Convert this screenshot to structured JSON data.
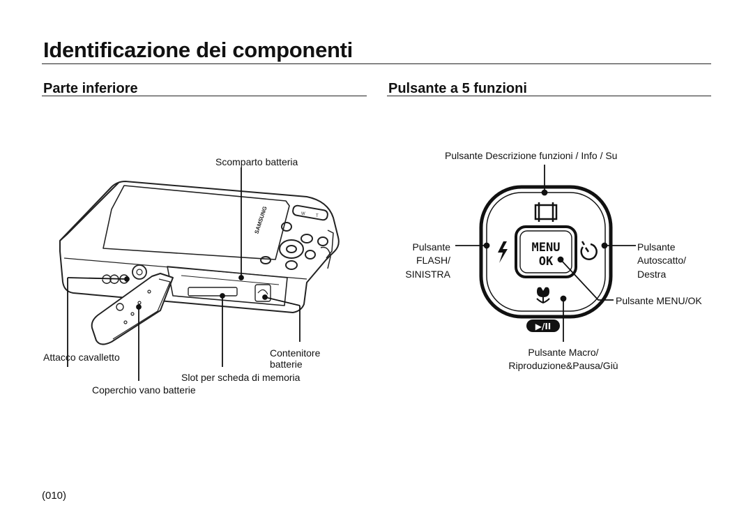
{
  "page": {
    "title": "Identificazione dei componenti",
    "page_number": "(010)"
  },
  "left_section": {
    "title": "Parte inferiore",
    "labels": {
      "battery_compartment": "Scomparto batteria",
      "tripod_mount": "Attacco cavalletto",
      "battery_holder_line1": "Contenitore",
      "battery_holder_line2": "batterie",
      "memory_card_slot": "Slot per scheda di memoria",
      "battery_cover": "Coperchio vano batterie"
    },
    "camera_text": {
      "brand": "SAMSUNG",
      "zoom_w": "W",
      "zoom_t": "T"
    }
  },
  "right_section": {
    "title": "Pulsante a 5 funzioni",
    "labels": {
      "info_up": "Pulsante Descrizione funzioni / Info / Su",
      "flash_line1": "Pulsante",
      "flash_line2": "FLASH/",
      "flash_line3": "SINISTRA",
      "self_timer_line1": "Pulsante",
      "self_timer_line2": "Autoscatto/",
      "self_timer_line3": "Destra",
      "menu_ok": "Pulsante MENU/OK",
      "macro_line1": "Pulsante Macro/",
      "macro_line2": "Riproduzione&Pausa/Giù"
    },
    "button_text": {
      "menu": "MENU",
      "ok": "OK",
      "play_pause": "▶/II"
    },
    "icons": [
      "info-display-icon",
      "flash-icon",
      "self-timer-icon",
      "macro-tulip-icon",
      "play-pause-icon"
    ]
  }
}
